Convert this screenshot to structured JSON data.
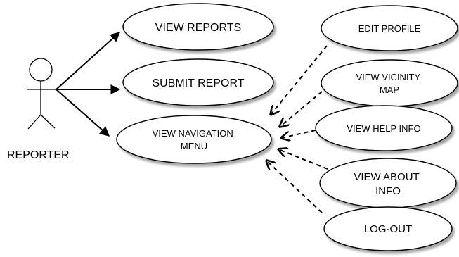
{
  "actor": {
    "label": "REPORTER"
  },
  "use_cases": {
    "view_reports": {
      "lines": [
        "VIEW REPORTS"
      ]
    },
    "submit_report": {
      "lines": [
        "SUBMIT REPORT"
      ]
    },
    "view_navigation_menu": {
      "lines": [
        "VIEW NAVIGATION",
        "MENU"
      ]
    },
    "edit_profile": {
      "lines": [
        "EDIT PROFILE"
      ]
    },
    "view_vicinity_map": {
      "lines": [
        "VIEW VICINITY",
        "MAP"
      ]
    },
    "view_help_info": {
      "lines": [
        "VIEW HELP INFO"
      ]
    },
    "view_about_info": {
      "lines": [
        "VIEW ABOUT",
        "INFO"
      ]
    },
    "log_out": {
      "lines": [
        "LOG-OUT"
      ]
    }
  }
}
